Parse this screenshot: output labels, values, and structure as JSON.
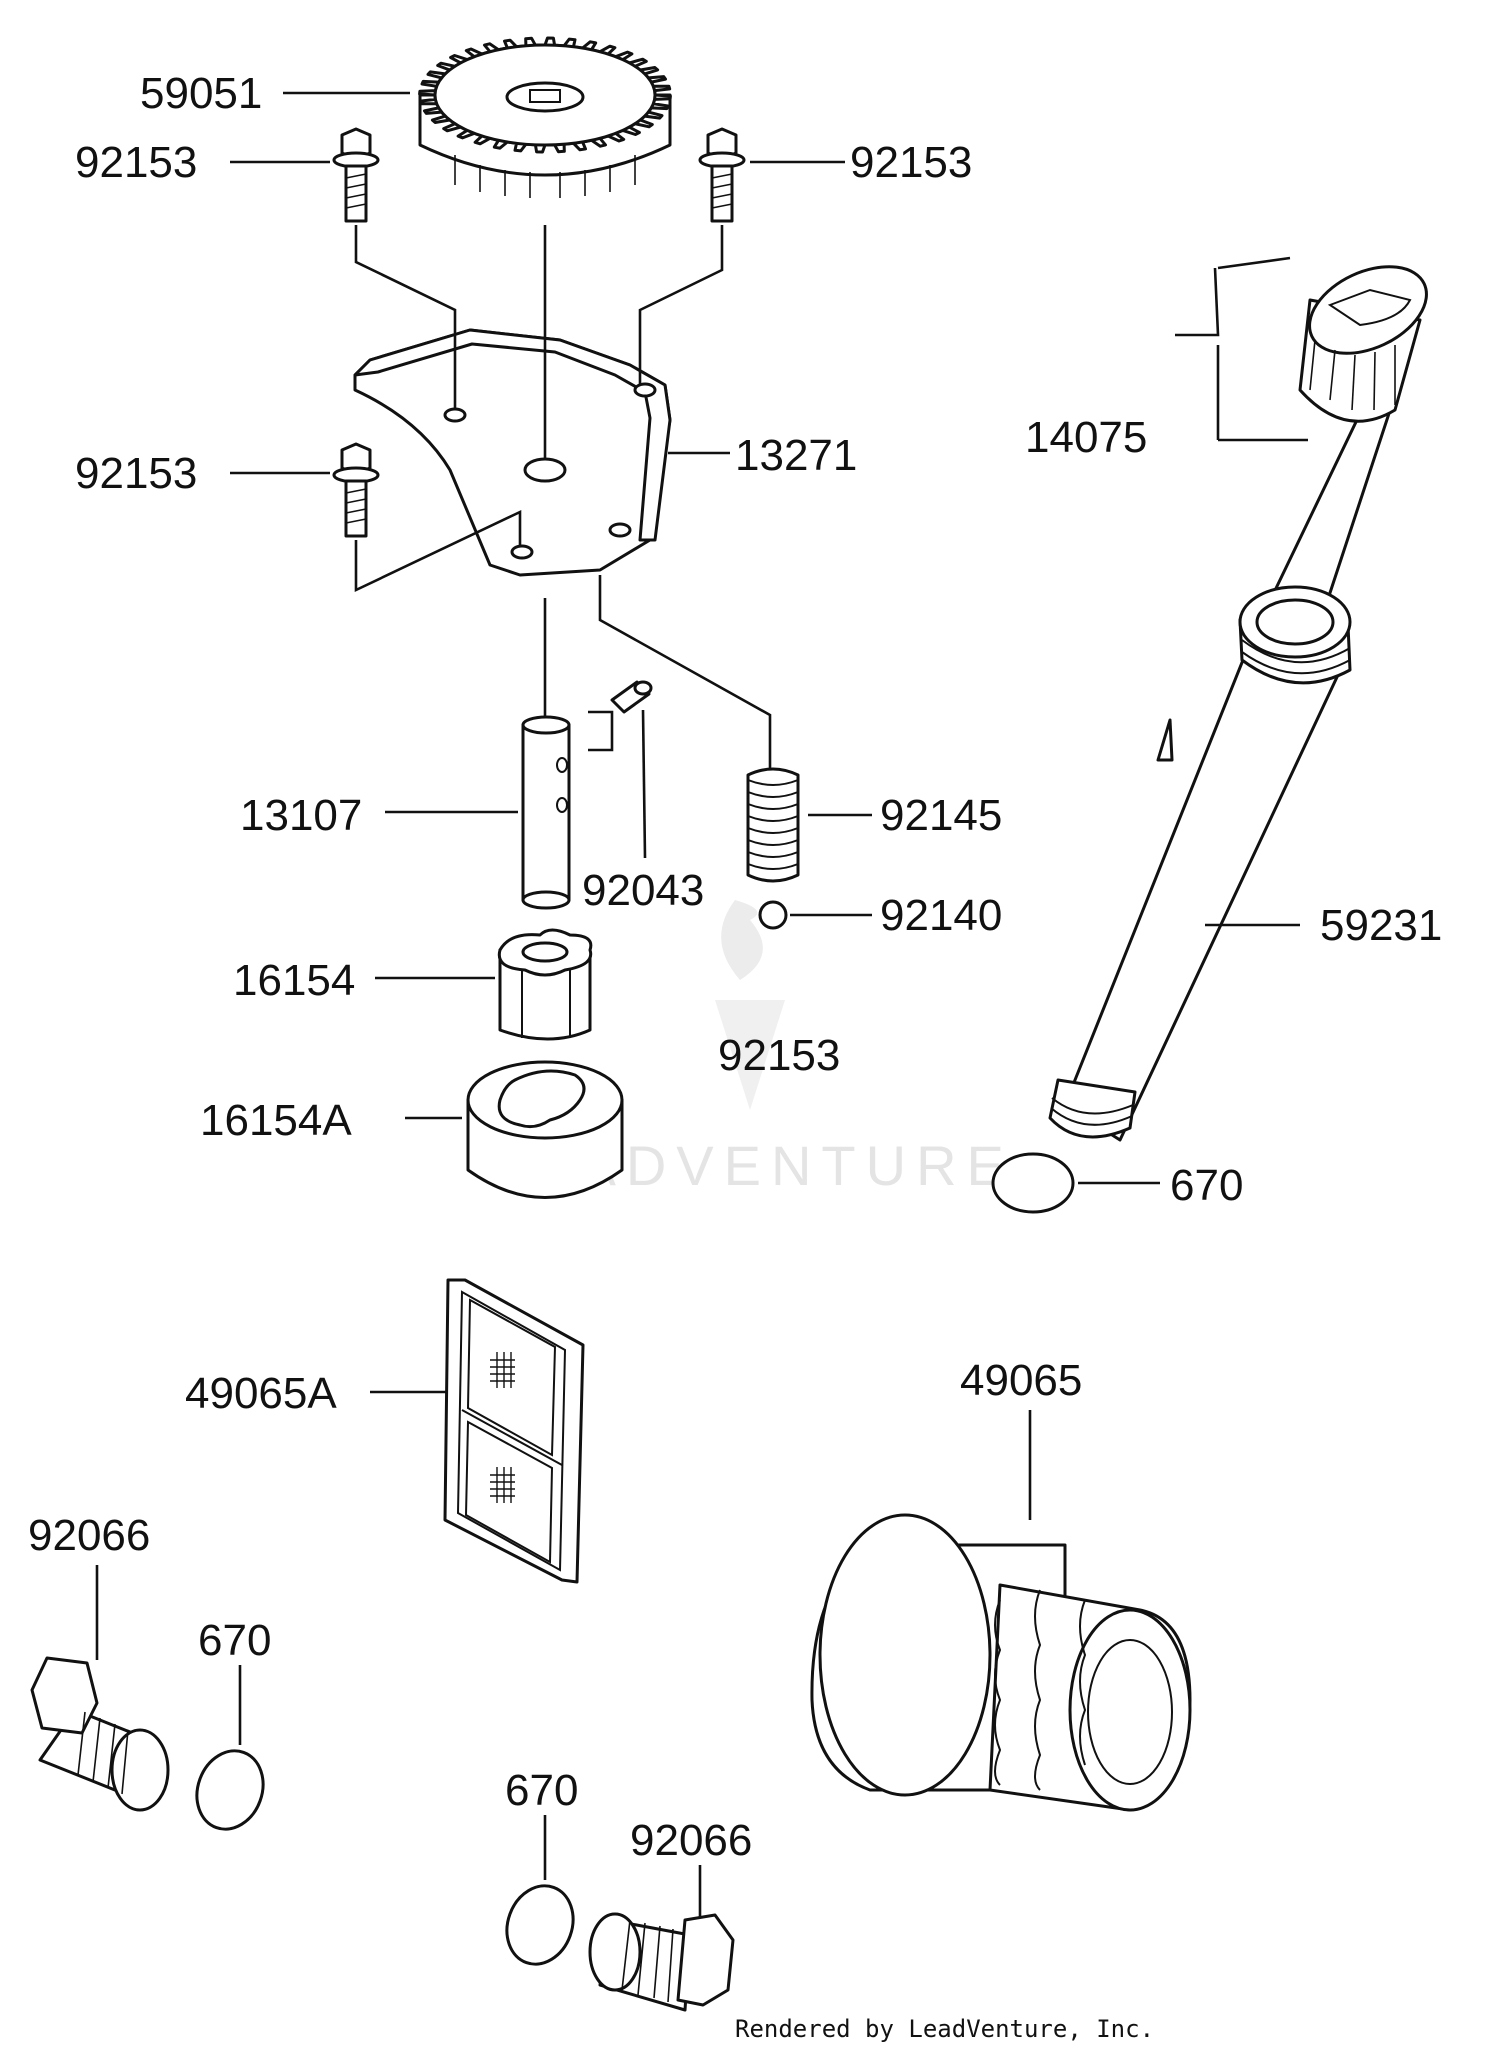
{
  "labels": {
    "p59051": "59051",
    "p92153_tl": "92153",
    "p92153_tr": "92153",
    "p92153_ml": "92153",
    "p92153_c": "92153",
    "p13271": "13271",
    "p14075": "14075",
    "p13107": "13107",
    "p92043": "92043",
    "p92145": "92145",
    "p92140": "92140",
    "p59231": "59231",
    "p16154": "16154",
    "p16154A": "16154A",
    "p670_r": "670",
    "p49065A": "49065A",
    "p49065": "49065",
    "p92066_l": "92066",
    "p670_l": "670",
    "p670_c": "670",
    "p92066_c": "92066"
  },
  "watermark": "LEADVENTURE",
  "credit": "Rendered by LeadVenture, Inc."
}
